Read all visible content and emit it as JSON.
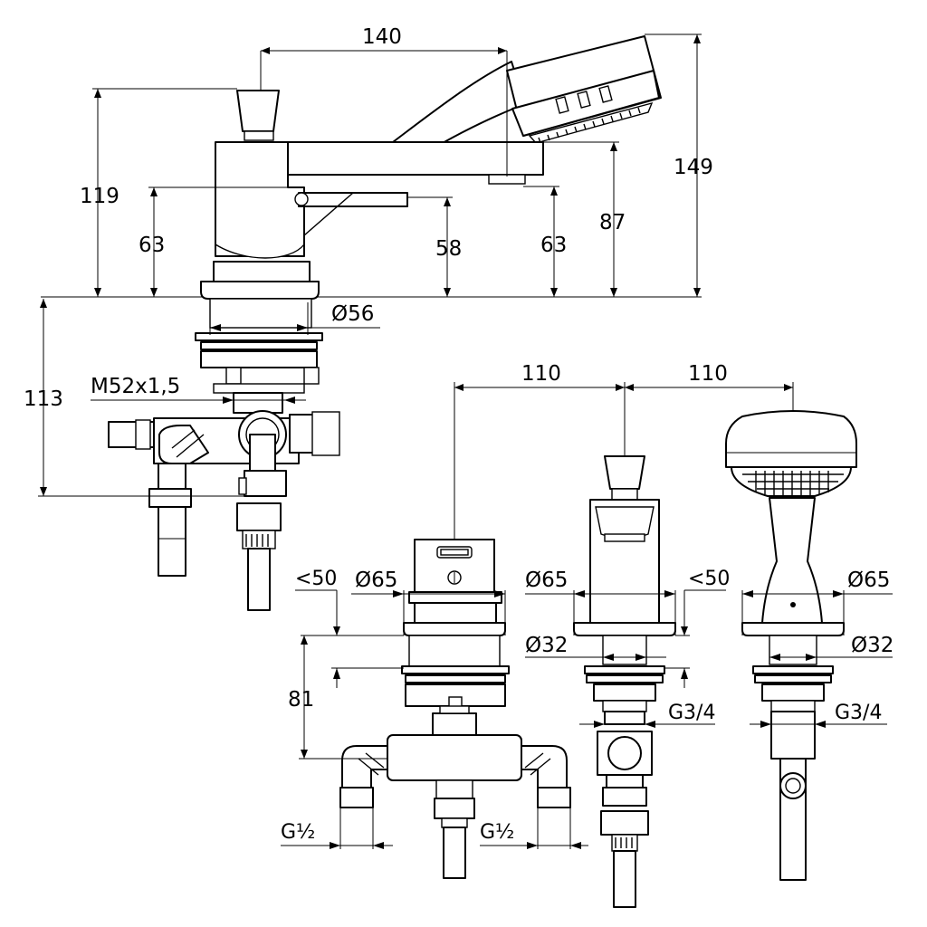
{
  "dimensions": {
    "spout_length": "140",
    "total_height": "149",
    "knob_height": "119",
    "body_height_left": "63",
    "lever_height": "58",
    "spout_tip_height": "63",
    "spout_height": "87",
    "under_deck": "113",
    "base_diameter": "Ø56",
    "thread": "M52x1,5",
    "spacing_left": "110",
    "spacing_right": "110",
    "dia_65_a": "Ø65",
    "dia_65_b": "Ø65",
    "dia_65_c": "Ø65",
    "lt50_a": "<50",
    "lt50_b": "<50",
    "height_81": "81",
    "dia_32_a": "Ø32",
    "dia_32_b": "Ø32",
    "g34_a": "G3/4",
    "g34_b": "G3/4",
    "g12_a": "G½",
    "g12_b": "G½"
  }
}
